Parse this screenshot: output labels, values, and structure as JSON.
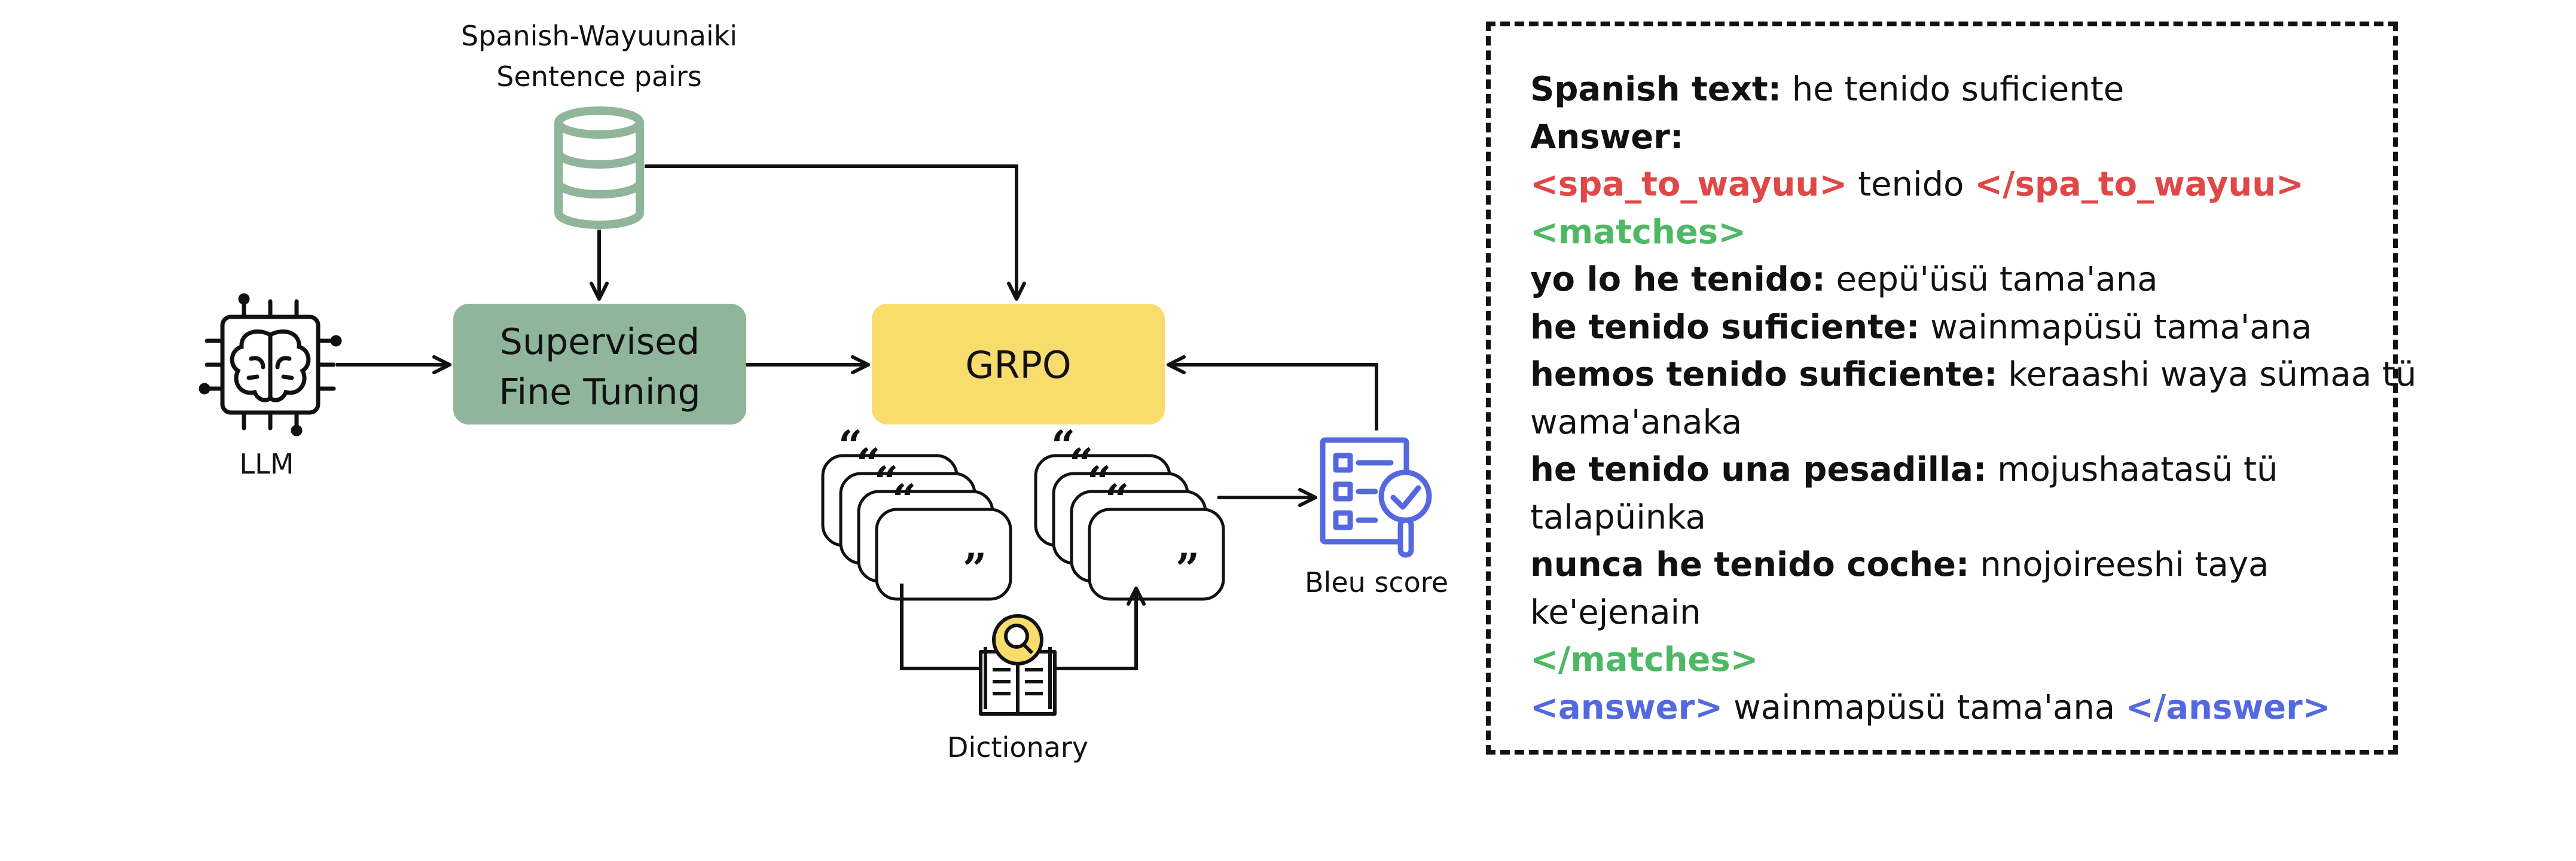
{
  "diagram": {
    "dataset_label_line1": "Spanish-Wayuunaiki",
    "dataset_label_line2": "Sentence pairs",
    "llm_label": "LLM",
    "sft_label_line1": "Supervised",
    "sft_label_line2": "Fine Tuning",
    "grpo_label": "GRPO",
    "bleu_label": "Bleu score",
    "dictionary_label": "Dictionary",
    "colors": {
      "sft_fill": "#8fb59a",
      "grpo_fill": "#f8dc6c",
      "database_stroke": "#8fb59a",
      "bleu_icon": "#5468e0",
      "dictionary_lens": "#f8dc6c"
    },
    "icons": [
      "brain-chip-icon",
      "database-icon",
      "quote-cards-icon",
      "bleu-checklist-icon",
      "dictionary-book-icon"
    ]
  },
  "example": {
    "spanish_key": "Spanish text:",
    "spanish_value": " he tenido suficiente",
    "answer_key": "Answer:",
    "tag_open_spa": "<spa_to_wayuu>",
    "spa_value": " tenido ",
    "tag_close_spa": "</spa_to_wayuu>",
    "tag_open_matches": "<matches>",
    "matches": [
      {
        "key": "yo lo he tenido:",
        "value": " eepü'üsü tama'ana"
      },
      {
        "key": "he tenido suficiente:",
        "value": " wainmapüsü tama'ana"
      },
      {
        "key": "hemos tenido suficiente:",
        "value": " keraashi waya sümaa tü",
        "cont": "wama'anaka"
      },
      {
        "key": "he tenido una pesadilla:",
        "value": " mojushaatasü tü",
        "cont": "talapüinka"
      },
      {
        "key": "nunca he tenido coche:",
        "value": " nnojoireeshi taya",
        "cont": "ke'ejenain"
      }
    ],
    "tag_close_matches": "</matches>",
    "tag_open_answer": "<answer>",
    "answer_value": " wainmapüsü tama'ana ",
    "tag_close_answer": "</answer>",
    "colors": {
      "red": "#e04848",
      "green": "#4fb865",
      "blue": "#5468e0"
    }
  }
}
